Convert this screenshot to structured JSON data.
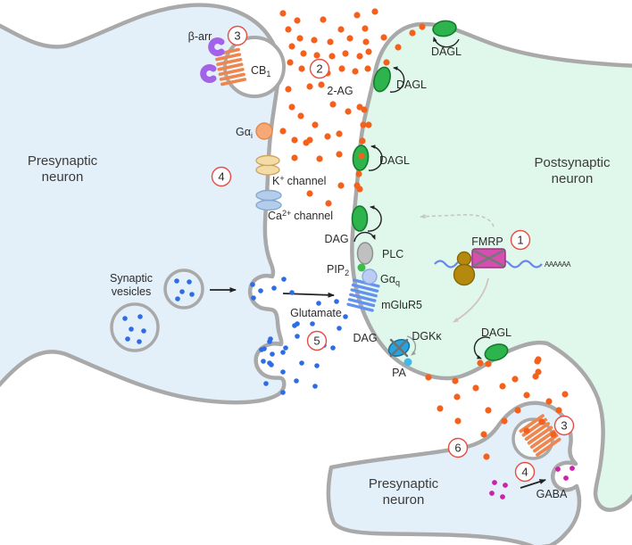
{
  "regions": {
    "presynaptic_top": {
      "label_line1": "Presynaptic",
      "label_line2": "neuron"
    },
    "postsynaptic": {
      "label_line1": "Postsynaptic",
      "label_line2": "neuron"
    },
    "presynaptic_bottom": {
      "label_line1": "Presynaptic",
      "label_line2": "neuron"
    }
  },
  "labels": {
    "beta_arrestin": "β-arr",
    "cb1": {
      "base": "CB",
      "sub": "1"
    },
    "two_ag": "2-AG",
    "g_alpha_i": {
      "base": "Gα",
      "sub": "i"
    },
    "k_channel": {
      "base": "K",
      "sup": "+",
      "rest": "channel"
    },
    "ca_channel": {
      "base": "Ca",
      "sup": "2+",
      "rest": "channel"
    },
    "synaptic_vesicles": {
      "line1": "Synaptic",
      "line2": "vesicles"
    },
    "glutamate": "Glutamate",
    "dagl": "DAGL",
    "dag": "DAG",
    "plc": "PLC",
    "pip2": {
      "base": "PIP",
      "sub": "2"
    },
    "g_alpha_q": {
      "base": "Gα",
      "sub": "q"
    },
    "mglur5": "mGluR5",
    "dgk_kappa": "DGKκ",
    "pa": "PA",
    "fmrp": "FMRP",
    "gaba": "GABA",
    "poly_a_tail": "AAAAAA"
  },
  "step_numbers": {
    "step1": "1",
    "step2": "2",
    "step3": "3",
    "step4": "4",
    "step5": "5",
    "step6": "6"
  },
  "colors": {
    "presynaptic_fill": "#e4f0f9",
    "postsynaptic_fill": "#e0f8ec",
    "membrane": "#a9a9a9",
    "two_ag_dot": "#f4611d",
    "glutamate_dot": "#2d6ce5",
    "gaba_dot": "#cc22aa",
    "dagl_enzyme": "#2eb44c",
    "dag_dot": "#156b2a",
    "pip2_dot": "#3dbb4d",
    "pa_dot": "#45b8e8",
    "cb1_receptor": "#ef8650",
    "mglur5_receptor": "#6490f0",
    "beta_arrestin": "#a263e8",
    "step_circle_stroke": "#e84b42",
    "fmrp_box": "#d44fae",
    "dgk_oval": "#29a3dc",
    "ribosome": "#b5880e",
    "mrna": "#6b86e8",
    "k_channel": "#f3dca6",
    "ca_channel": "#b3cdea",
    "g_alpha_i_fill": "#f6a977",
    "g_alpha_q_fill": "#bccdf4",
    "plc_fill": "#c0c0c0"
  }
}
